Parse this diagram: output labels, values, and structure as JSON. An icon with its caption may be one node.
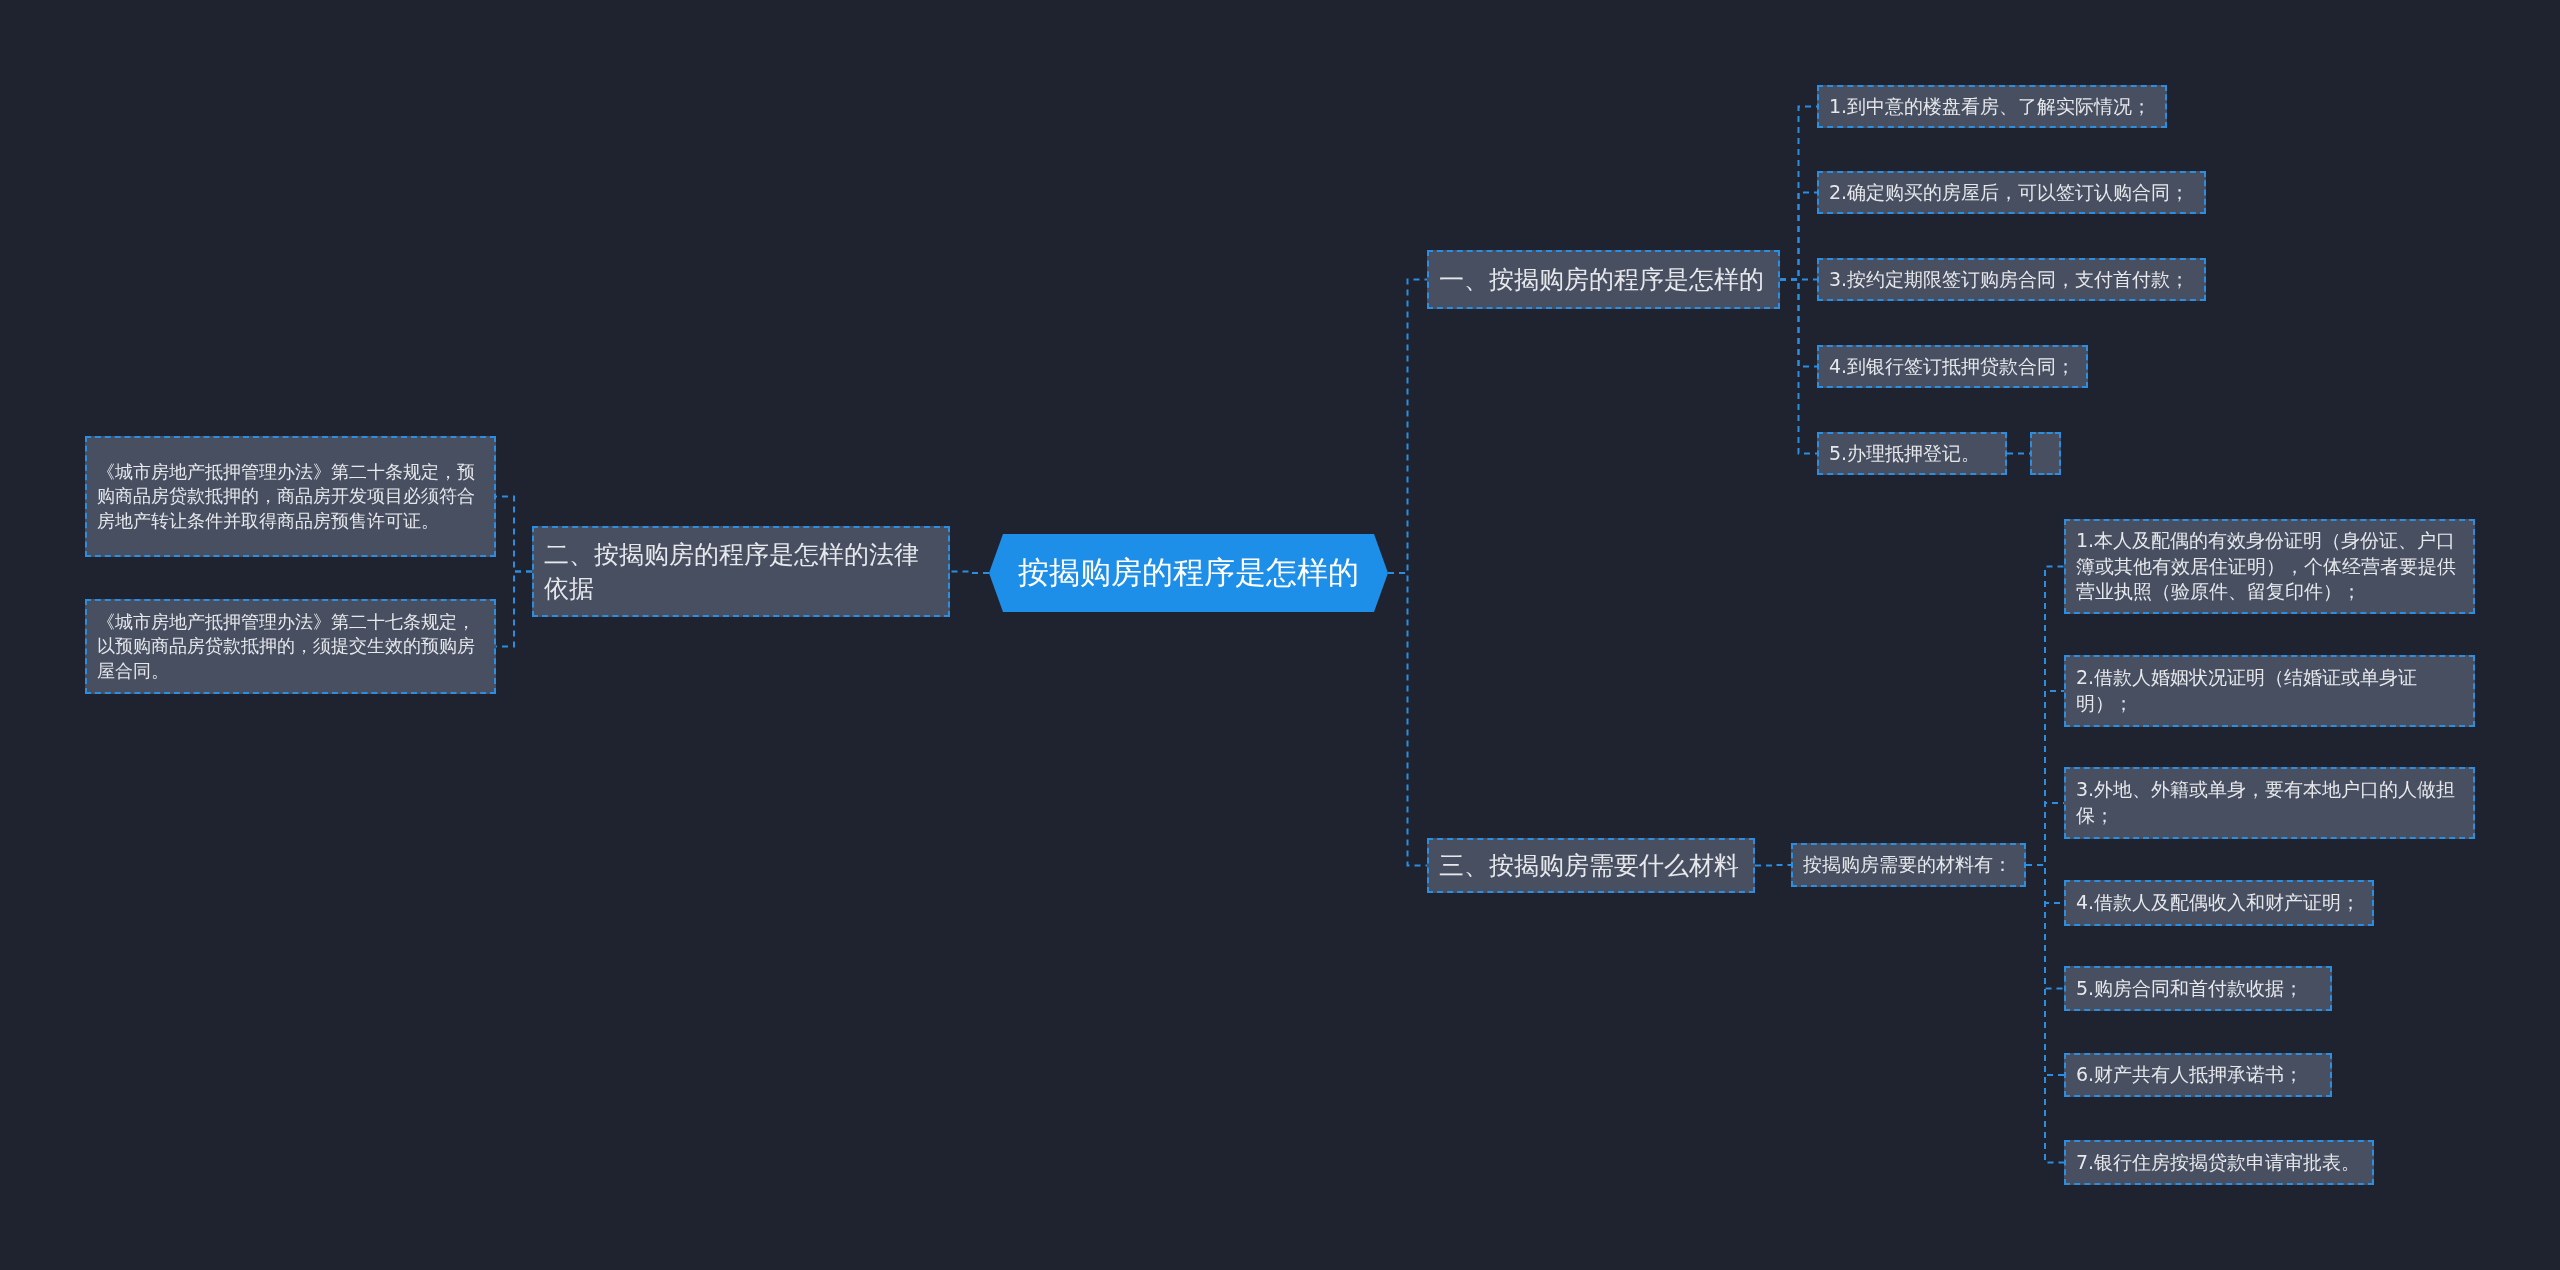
{
  "diagram": {
    "nodes": [
      {
        "text": [
          "按揭购房的程序是怎样的"
        ]
      },
      {
        "text": [
          "一、按揭购房的程序是怎样的"
        ]
      },
      {
        "text": [
          "1.到中意的楼盘看房、了解实际情况；"
        ]
      },
      {
        "text": [
          "2.确定购买的房屋后，可以签订认购合同；"
        ]
      },
      {
        "text": [
          "3.按约定期限签订购房合同，支付首付款；"
        ]
      },
      {
        "text": [
          "4.到银行签订抵押贷款合同；"
        ]
      },
      {
        "text": [
          "5.办理抵押登记。"
        ]
      },
      {
        "text": [],
        "shape": "box"
      },
      {
        "text": [
          "二、按揭购房的程序是怎样的法律依据"
        ]
      },
      {
        "text": [
          "《城市房地产抵押管理办法》第二十条规定，预购商品房贷款抵押的，商品房开发项目必须符合房地产转让条件并取得商品房预售许可证。"
        ]
      },
      {
        "text": [
          "《城市房地产抵押管理办法》第二十七条规定，以预购商品房贷款抵押的，须提交生效的预购房屋合同。"
        ]
      },
      {
        "text": [
          "三、按揭购房需要什么材料"
        ]
      },
      {
        "text": [
          "按揭购房需要的材料有："
        ]
      },
      {
        "text": [
          "1.本人及配偶的有效身份证明（身份证、户口簿或其他有效居住证明），个体经营者要提供营业执照（验原件、留复印件）；"
        ]
      },
      {
        "text": [
          "2.借款人婚姻状况证明（结婚证或单身证明）；"
        ]
      },
      {
        "text": [
          "3.外地、外籍或单身，要有本地户口的人做担保；"
        ]
      },
      {
        "text": [
          "4.借款人及配偶收入和财产证明；"
        ]
      },
      {
        "text": [
          "5.购房合同和首付款收据；"
        ]
      },
      {
        "text": [
          "6.财产共有人抵押承诺书；"
        ]
      },
      {
        "text": [
          "7.银行住房按揭贷款申请审批表。"
        ]
      }
    ],
    "edges": [
      {
        "from": 0,
        "to": 1,
        "arrow": "none"
      },
      {
        "from": 1,
        "to": 2,
        "arrow": "none"
      },
      {
        "from": 1,
        "to": 3,
        "arrow": "none"
      },
      {
        "from": 1,
        "to": 4,
        "arrow": "none"
      },
      {
        "from": 1,
        "to": 5,
        "arrow": "none"
      },
      {
        "from": 1,
        "to": 6,
        "arrow": "none"
      },
      {
        "from": 6,
        "to": 7,
        "arrow": "none"
      },
      {
        "from": 0,
        "to": 8,
        "arrow": "none"
      },
      {
        "from": 8,
        "to": 9,
        "arrow": "none"
      },
      {
        "from": 8,
        "to": 10,
        "arrow": "none"
      },
      {
        "from": 0,
        "to": 11,
        "arrow": "none"
      },
      {
        "from": 11,
        "to": 12,
        "arrow": "none"
      },
      {
        "from": 12,
        "to": 13,
        "arrow": "none"
      },
      {
        "from": 12,
        "to": 14,
        "arrow": "none"
      },
      {
        "from": 12,
        "to": 15,
        "arrow": "none"
      },
      {
        "from": 12,
        "to": 16,
        "arrow": "none"
      },
      {
        "from": 12,
        "to": 17,
        "arrow": "none"
      },
      {
        "from": 12,
        "to": 18,
        "arrow": "none"
      },
      {
        "from": 12,
        "to": 19,
        "arrow": "none"
      }
    ]
  }
}
